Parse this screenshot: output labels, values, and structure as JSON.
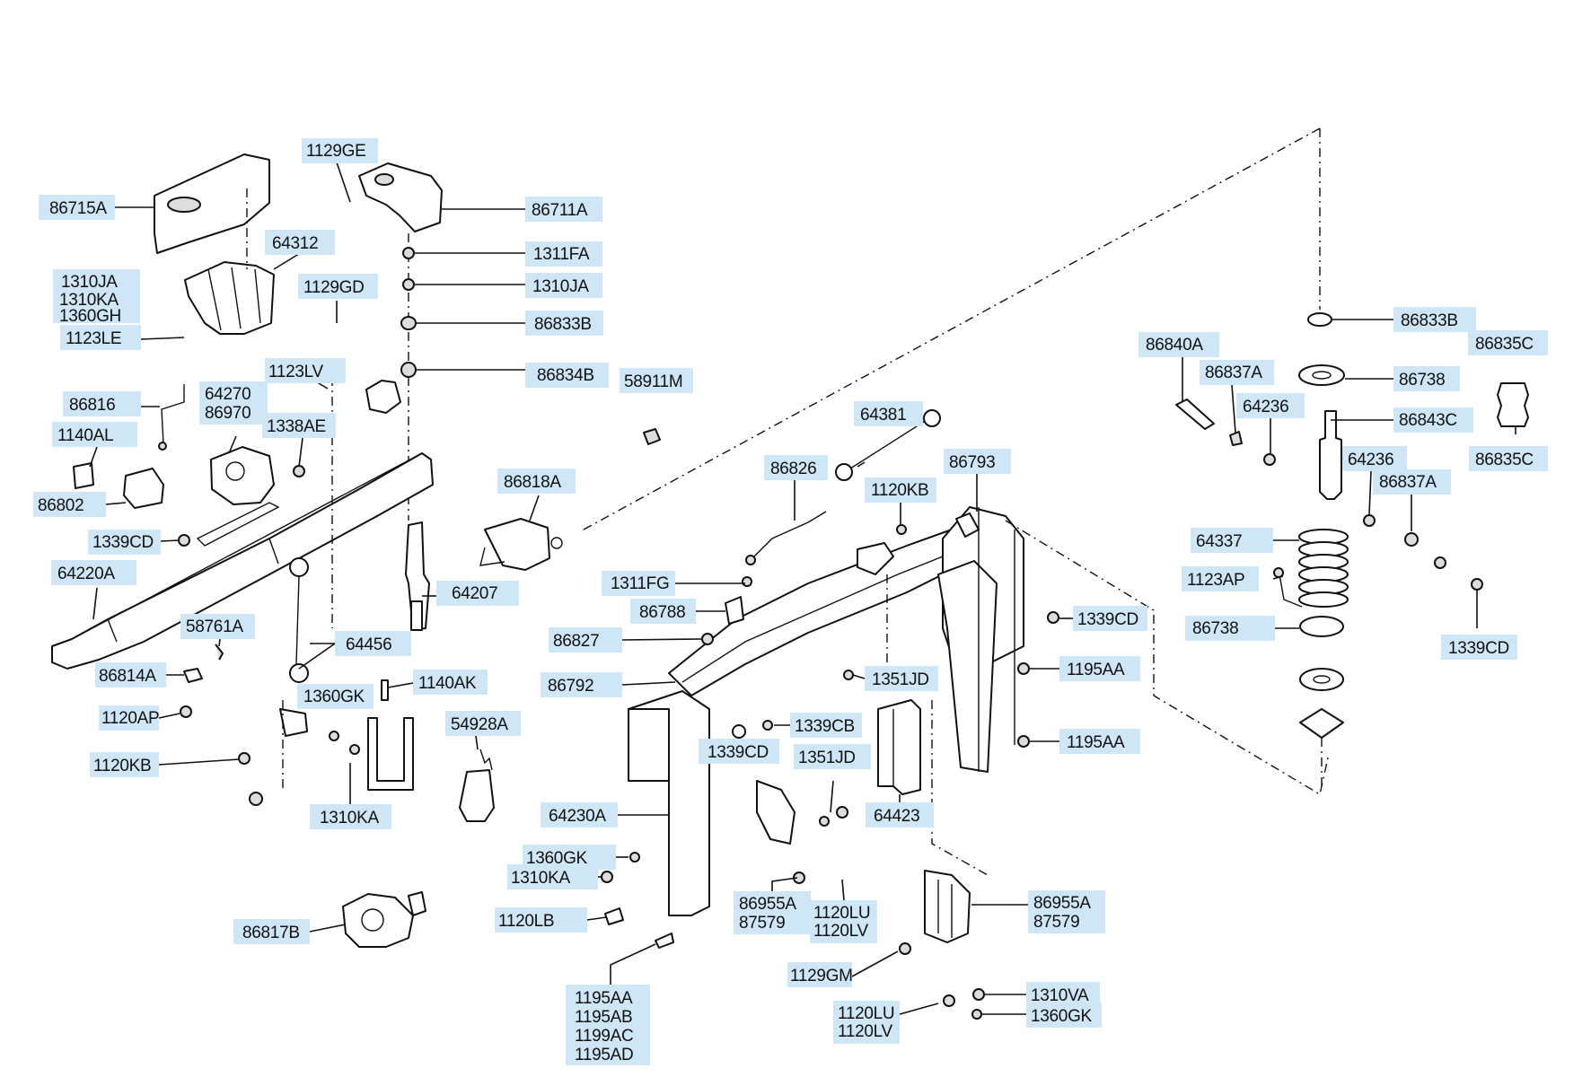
{
  "callouts": [
    {
      "id": "c1",
      "lines": [
        "86715A"
      ]
    },
    {
      "id": "c2",
      "lines": [
        "1129GE"
      ]
    },
    {
      "id": "c3",
      "lines": [
        "86711A"
      ]
    },
    {
      "id": "c4",
      "lines": [
        "64312"
      ]
    },
    {
      "id": "c5",
      "lines": [
        "1311FA"
      ]
    },
    {
      "id": "c6",
      "lines": [
        "1310JA",
        "1310KA",
        "1360GH"
      ]
    },
    {
      "id": "c7",
      "lines": [
        "1310JA"
      ]
    },
    {
      "id": "c8",
      "lines": [
        "1129GD"
      ]
    },
    {
      "id": "c9",
      "lines": [
        "1123LE"
      ]
    },
    {
      "id": "c10",
      "lines": [
        "86833B"
      ]
    },
    {
      "id": "c11",
      "lines": [
        "1123LV"
      ]
    },
    {
      "id": "c12",
      "lines": [
        "86834B"
      ]
    },
    {
      "id": "c13",
      "lines": [
        "58911M"
      ]
    },
    {
      "id": "c14",
      "lines": [
        "86816"
      ]
    },
    {
      "id": "c15",
      "lines": [
        "64270",
        "86970"
      ]
    },
    {
      "id": "c16",
      "lines": [
        "1338AE"
      ]
    },
    {
      "id": "c17",
      "lines": [
        "1140AL"
      ]
    },
    {
      "id": "c18",
      "lines": [
        "86802"
      ]
    },
    {
      "id": "c19",
      "lines": [
        "86818A"
      ]
    },
    {
      "id": "c20",
      "lines": [
        "1339CD"
      ]
    },
    {
      "id": "c21",
      "lines": [
        "64220A"
      ]
    },
    {
      "id": "c22",
      "lines": [
        "64207"
      ]
    },
    {
      "id": "c23",
      "lines": [
        "58761A"
      ]
    },
    {
      "id": "c24",
      "lines": [
        "64456"
      ]
    },
    {
      "id": "c25",
      "lines": [
        "86814A"
      ]
    },
    {
      "id": "c26",
      "lines": [
        "1140AK"
      ]
    },
    {
      "id": "c27",
      "lines": [
        "1360GK"
      ]
    },
    {
      "id": "c28",
      "lines": [
        "1120AP"
      ]
    },
    {
      "id": "c29",
      "lines": [
        "54928A"
      ]
    },
    {
      "id": "c30",
      "lines": [
        "1120KB"
      ]
    },
    {
      "id": "c31",
      "lines": [
        "1310KA"
      ]
    },
    {
      "id": "c32",
      "lines": [
        "86817B"
      ]
    },
    {
      "id": "c33",
      "lines": [
        "64381"
      ]
    },
    {
      "id": "c34",
      "lines": [
        "86826"
      ]
    },
    {
      "id": "c35",
      "lines": [
        "1120KB"
      ]
    },
    {
      "id": "c36",
      "lines": [
        "86793"
      ]
    },
    {
      "id": "c37",
      "lines": [
        "1311FG"
      ]
    },
    {
      "id": "c38",
      "lines": [
        "86788"
      ]
    },
    {
      "id": "c39",
      "lines": [
        "86827"
      ]
    },
    {
      "id": "c40",
      "lines": [
        "86792"
      ]
    },
    {
      "id": "c41",
      "lines": [
        "1351JD"
      ]
    },
    {
      "id": "c42",
      "lines": [
        "1339CB"
      ]
    },
    {
      "id": "c43",
      "lines": [
        "1339CD"
      ]
    },
    {
      "id": "c44",
      "lines": [
        "1351JD"
      ]
    },
    {
      "id": "c45",
      "lines": [
        "64230A"
      ]
    },
    {
      "id": "c46",
      "lines": [
        "64423"
      ]
    },
    {
      "id": "c47",
      "lines": [
        "1360GK"
      ]
    },
    {
      "id": "c48",
      "lines": [
        "1310KA"
      ]
    },
    {
      "id": "c49",
      "lines": [
        "1120LB"
      ]
    },
    {
      "id": "c50",
      "lines": [
        "86955A",
        "87579"
      ]
    },
    {
      "id": "c51",
      "lines": [
        "1120LU",
        "1120LV"
      ]
    },
    {
      "id": "c52",
      "lines": [
        "86955A",
        "87579"
      ]
    },
    {
      "id": "c53",
      "lines": [
        "1129GM"
      ]
    },
    {
      "id": "c54",
      "lines": [
        "1195AA",
        "1195AB",
        "1199AC",
        "1195AD"
      ]
    },
    {
      "id": "c55",
      "lines": [
        "1310VA"
      ]
    },
    {
      "id": "c56",
      "lines": [
        "1120LU",
        "1120LV"
      ]
    },
    {
      "id": "c57",
      "lines": [
        "1360GK"
      ]
    },
    {
      "id": "c58",
      "lines": [
        "1339CD"
      ]
    },
    {
      "id": "c59",
      "lines": [
        "1195AA"
      ]
    },
    {
      "id": "c60",
      "lines": [
        "1195AA"
      ]
    },
    {
      "id": "c61",
      "lines": [
        "86833B"
      ]
    },
    {
      "id": "c62",
      "lines": [
        "86840A"
      ]
    },
    {
      "id": "c63",
      "lines": [
        "86837A"
      ]
    },
    {
      "id": "c64",
      "lines": [
        "86835C"
      ]
    },
    {
      "id": "c65",
      "lines": [
        "86738"
      ]
    },
    {
      "id": "c66",
      "lines": [
        "64236"
      ]
    },
    {
      "id": "c67",
      "lines": [
        "86843C"
      ]
    },
    {
      "id": "c68",
      "lines": [
        "86835C"
      ]
    },
    {
      "id": "c69",
      "lines": [
        "64236"
      ]
    },
    {
      "id": "c70",
      "lines": [
        "86837A"
      ]
    },
    {
      "id": "c71",
      "lines": [
        "64337"
      ]
    },
    {
      "id": "c72",
      "lines": [
        "1123AP"
      ]
    },
    {
      "id": "c73",
      "lines": [
        "86738"
      ]
    },
    {
      "id": "c74",
      "lines": [
        "1339CD"
      ]
    }
  ]
}
